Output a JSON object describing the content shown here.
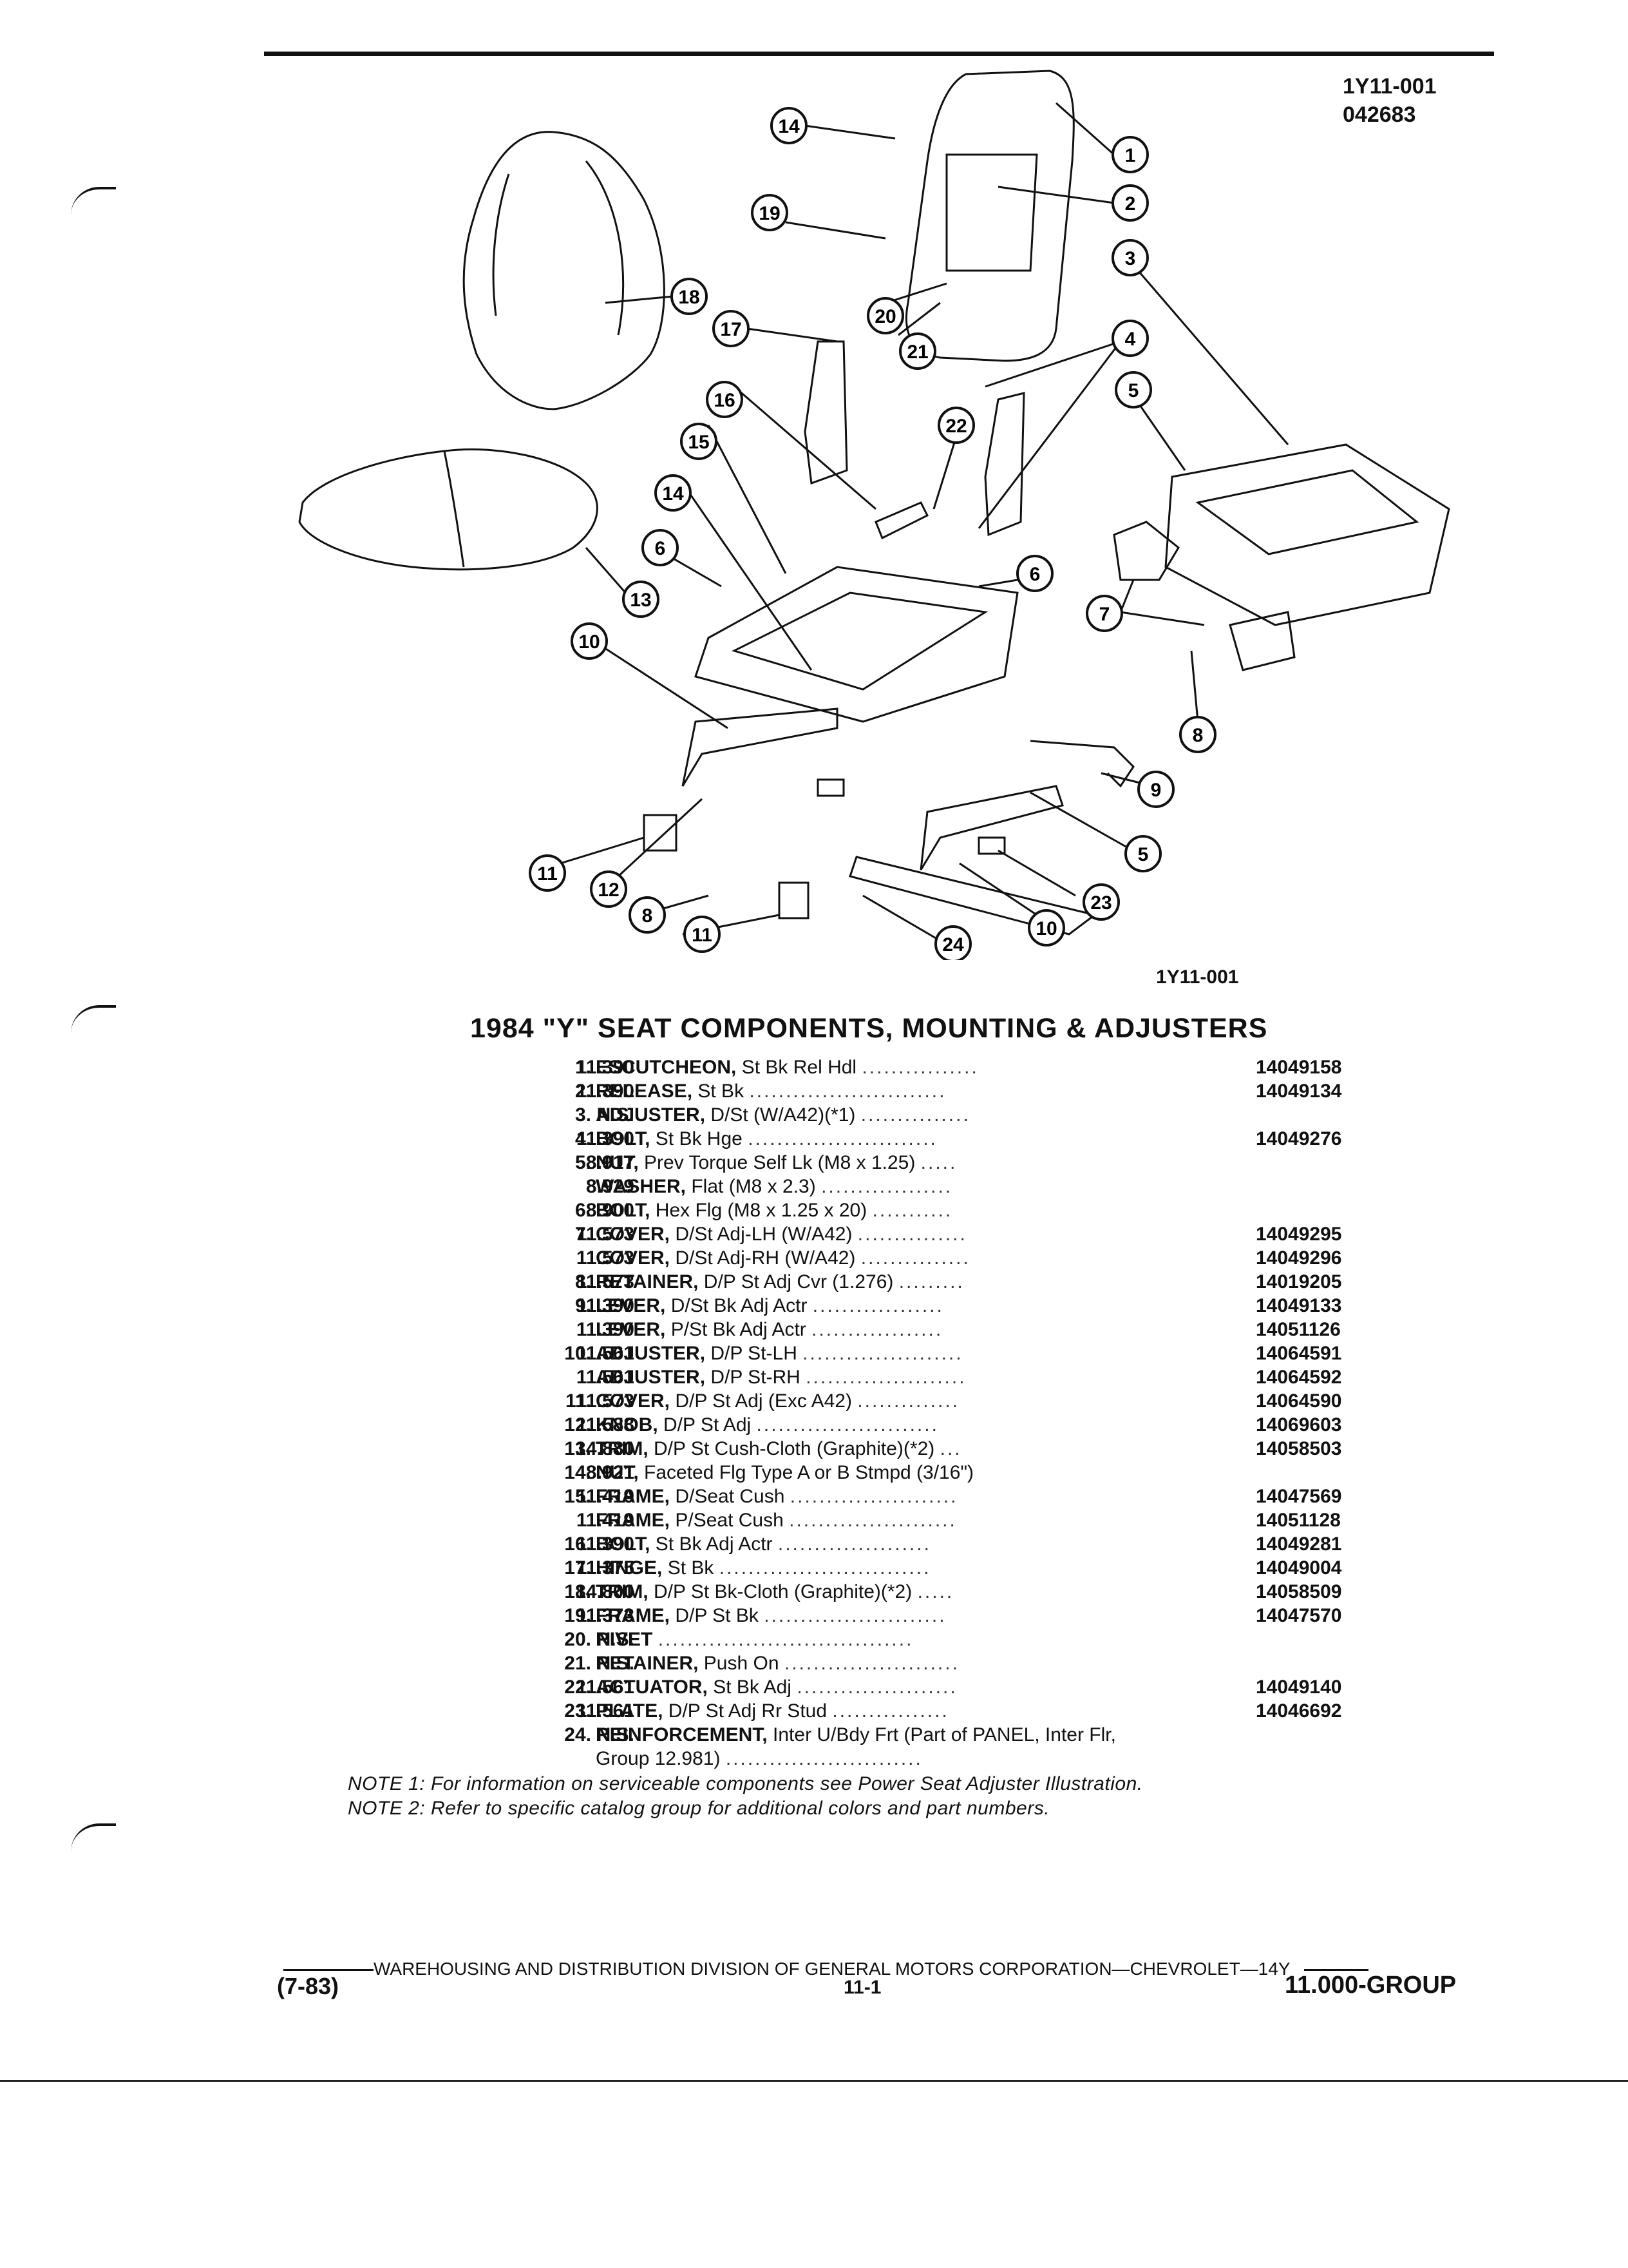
{
  "header": {
    "code_top": "1Y11-001",
    "code_date": "042683"
  },
  "figure": {
    "caption": "1Y11-001",
    "callouts": [
      "14",
      "1",
      "2",
      "19",
      "3",
      "18",
      "20",
      "4",
      "17",
      "21",
      "5",
      "16",
      "22",
      "15",
      "14",
      "6",
      "6",
      "13",
      "7",
      "10",
      "8",
      "9",
      "12",
      "5",
      "11",
      "8",
      "11",
      "24",
      "10",
      "23"
    ]
  },
  "title": "1984 \"Y\" SEAT COMPONENTS, MOUNTING & ADJUSTERS",
  "parts": [
    {
      "no": "1.",
      "group": "11.390",
      "name": "ESCUTCHEON,",
      "detail": "St Bk Rel Hdl",
      "pn": "14049158"
    },
    {
      "no": "2.",
      "group": "11.390",
      "name": "RELEASE,",
      "detail": "St Bk",
      "pn": "14049134"
    },
    {
      "no": "3.",
      "group": "N.S.",
      "name": "ADJUSTER,",
      "detail": "D/St (W/A42)(*1)",
      "pn": ""
    },
    {
      "no": "4.",
      "group": "11.390",
      "name": "BOLT,",
      "detail": "St Bk Hge",
      "pn": "14049276"
    },
    {
      "no": "5.",
      "group": "8.917",
      "name": "NUT,",
      "detail": "Prev Torque Self Lk (M8 x 1.25)",
      "pn": ""
    },
    {
      "no": "",
      "group": "8.929",
      "name": "WASHER,",
      "detail": "Flat (M8 x 2.3)",
      "pn": ""
    },
    {
      "no": "6.",
      "group": "8.900",
      "name": "BOLT,",
      "detail": "Hex Flg (M8 x 1.25 x 20)",
      "pn": ""
    },
    {
      "no": "7.",
      "group": "11.573",
      "name": "COVER,",
      "detail": "D/St Adj-LH (W/A42)",
      "pn": "14049295"
    },
    {
      "no": "",
      "group": "11.573",
      "name": "COVER,",
      "detail": "D/St Adj-RH (W/A42)",
      "pn": "14049296"
    },
    {
      "no": "8.",
      "group": "11.573",
      "name": "RETAINER,",
      "detail": "D/P St Adj Cvr (1.276)",
      "pn": "14019205"
    },
    {
      "no": "9.",
      "group": "11.390",
      "name": "LEVER,",
      "detail": "D/St Bk Adj Actr",
      "pn": "14049133"
    },
    {
      "no": "",
      "group": "11.390",
      "name": "LEVER,",
      "detail": "P/St Bk Adj Actr",
      "pn": "14051126"
    },
    {
      "no": "10.",
      "group": "11.561",
      "name": "ADJUSTER,",
      "detail": "D/P St-LH",
      "pn": "14064591"
    },
    {
      "no": "",
      "group": "11.561",
      "name": "ADJUSTER,",
      "detail": "D/P St-RH",
      "pn": "14064592"
    },
    {
      "no": "11.",
      "group": "11.573",
      "name": "COVER,",
      "detail": "D/P St Adj (Exc A42)",
      "pn": "14064590"
    },
    {
      "no": "12.",
      "group": "11.588",
      "name": "KNOB,",
      "detail": "D/P St Adj",
      "pn": "14069603"
    },
    {
      "no": "13.",
      "group": "14.880",
      "name": "TRIM,",
      "detail": "D/P St Cush-Cloth (Graphite)(*2)",
      "pn": "14058503"
    },
    {
      "no": "14.",
      "group": "8.921",
      "name": "NUT,",
      "detail": "Faceted Flg Type A or B Stmpd (3/16\")",
      "pn": ""
    },
    {
      "no": "15.",
      "group": "11.419",
      "name": "FRAME,",
      "detail": "D/Seat Cush",
      "pn": "14047569"
    },
    {
      "no": "",
      "group": "11.419",
      "name": "FRAME,",
      "detail": "P/Seat Cush",
      "pn": "14051128"
    },
    {
      "no": "16.",
      "group": "11.390",
      "name": "BOLT,",
      "detail": "St Bk Adj Actr",
      "pn": "14049281"
    },
    {
      "no": "17.",
      "group": "11.375",
      "name": "HINGE,",
      "detail": "St Bk",
      "pn": "14049004"
    },
    {
      "no": "18.",
      "group": "14.800",
      "name": "TRIM,",
      "detail": "D/P St Bk-Cloth (Graphite)(*2)",
      "pn": "14058509"
    },
    {
      "no": "19.",
      "group": "11.373",
      "name": "FRAME,",
      "detail": "D/P St Bk",
      "pn": "14047570"
    },
    {
      "no": "20.",
      "group": "N.S.",
      "name": "RIVET",
      "detail": "",
      "pn": ""
    },
    {
      "no": "21.",
      "group": "N.S.",
      "name": "RETAINER,",
      "detail": "Push On",
      "pn": ""
    },
    {
      "no": "22.",
      "group": "11.561",
      "name": "ACTUATOR,",
      "detail": "St Bk Adj",
      "pn": "14049140"
    },
    {
      "no": "23.",
      "group": "11.561",
      "name": "PLATE,",
      "detail": "D/P St Adj Rr Stud",
      "pn": "14046692"
    },
    {
      "no": "24.",
      "group": "N.S.",
      "name": "REINFORCEMENT,",
      "detail": "Inter U/Bdy Frt (Part of PANEL, Inter Flr,",
      "pn": ""
    },
    {
      "no": "",
      "group": "",
      "name": "",
      "detail": "Group 12.981)",
      "pn": ""
    }
  ],
  "notes": {
    "note1": "NOTE 1: For information on serviceable components see Power Seat Adjuster Illustration.",
    "note2": "NOTE 2: Refer to specific catalog group for additional colors and part numbers."
  },
  "footer": {
    "org": "WAREHOUSING AND DISTRIBUTION  DIVISION OF GENERAL MOTORS CORPORATION—CHEVROLET—14Y",
    "date": "(7-83)",
    "page": "11-1",
    "group": "11.000-GROUP"
  }
}
